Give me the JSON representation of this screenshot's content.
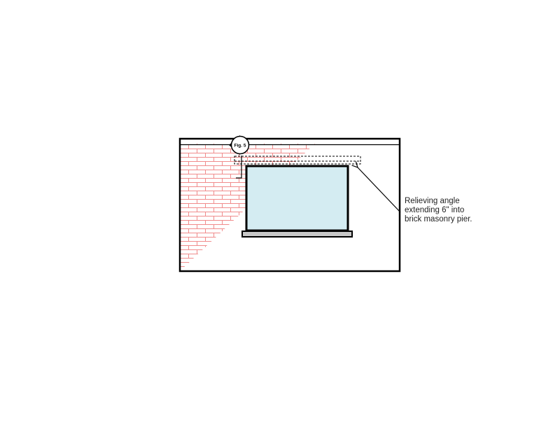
{
  "section_marker": {
    "label": "Fig. 5"
  },
  "annotation": {
    "lines": [
      "Relieving angle",
      "extending 6\" into",
      "brick masonry pier."
    ]
  },
  "colors": {
    "brick": "#f08c8c",
    "glass": "#d4ecf2",
    "frame": "#000000",
    "sill": "#c8c8c8"
  }
}
